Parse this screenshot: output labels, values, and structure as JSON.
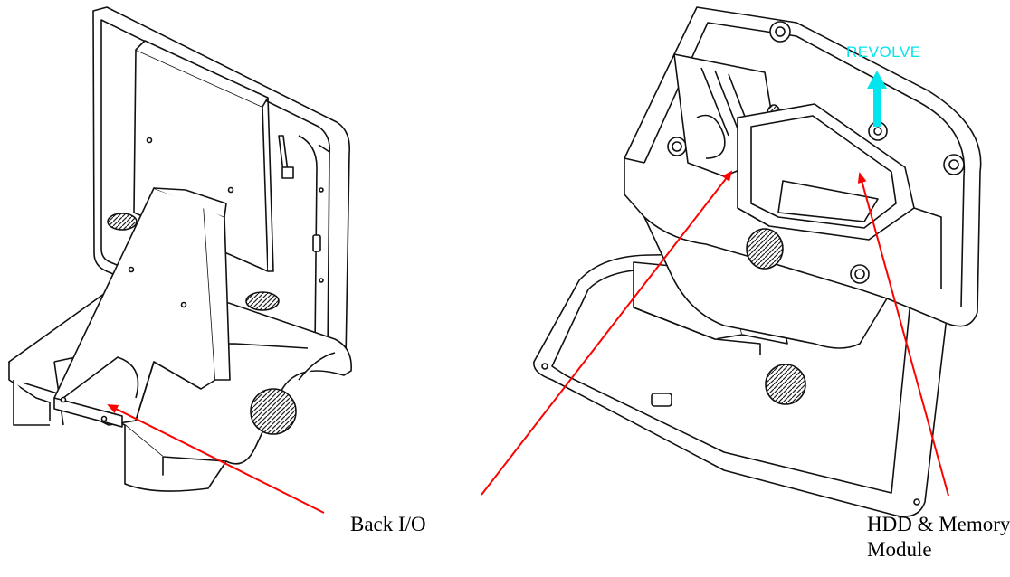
{
  "labels": {
    "back_io": "Back I/O",
    "hdd_line1": "HDD & Memory",
    "hdd_line2": "Module",
    "revolve": "REVOLVE"
  },
  "colors": {
    "callout_arrow": "#ff0000",
    "revolve_arrow": "#00e5ee",
    "line_art": "#111111"
  },
  "icons": {
    "left_view": "pos-terminal-rear-view",
    "right_view": "pos-terminal-bottom-view",
    "revolve_arrow": "cyan-up-arrow"
  }
}
